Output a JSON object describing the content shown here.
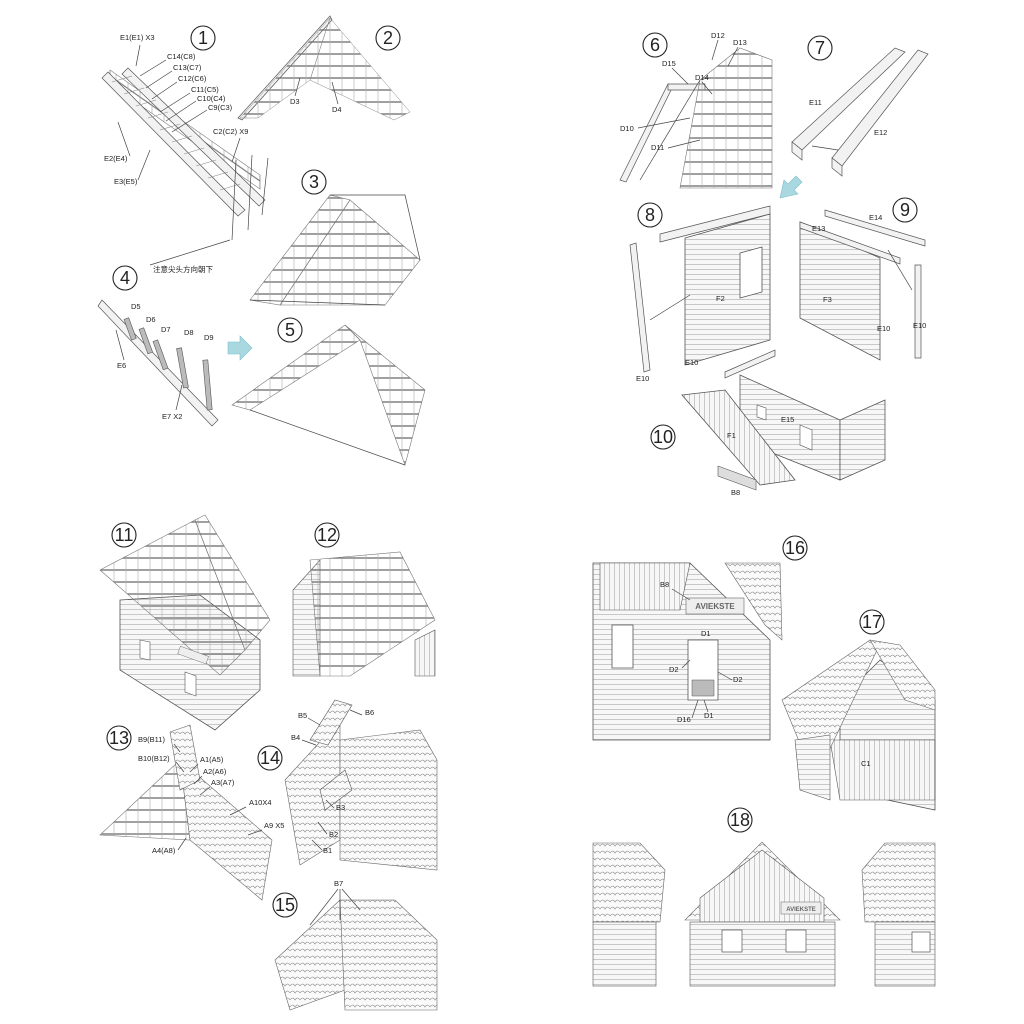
{
  "steps": [
    {
      "n": "1",
      "labels": [
        "E1(E1) X3",
        "C14(C8)",
        "C13(C7)",
        "C12(C6)",
        "C11(C5)",
        "C10(C4)",
        "C9(C3)",
        "C2(C2) X9",
        "E2(E4)",
        "E3(E5)"
      ],
      "note": "注意尖头方向朝下"
    },
    {
      "n": "2",
      "labels": [
        "D3",
        "D4"
      ]
    },
    {
      "n": "3",
      "labels": []
    },
    {
      "n": "4",
      "labels": [
        "D5",
        "D6",
        "D7",
        "D8",
        "D9",
        "E6",
        "E7 X2"
      ]
    },
    {
      "n": "5",
      "labels": []
    },
    {
      "n": "6",
      "labels": [
        "D12",
        "D13",
        "D15",
        "D14",
        "D10",
        "D11"
      ]
    },
    {
      "n": "7",
      "labels": [
        "E11",
        "E12"
      ]
    },
    {
      "n": "8",
      "labels": [
        "F2",
        "E10",
        "E10"
      ]
    },
    {
      "n": "9",
      "labels": [
        "E14",
        "E13",
        "F3",
        "E10",
        "E10"
      ]
    },
    {
      "n": "10",
      "labels": [
        "F1",
        "E15",
        "B8"
      ]
    },
    {
      "n": "11",
      "labels": []
    },
    {
      "n": "12",
      "labels": []
    },
    {
      "n": "13",
      "labels": [
        "B9(B11)",
        "B10(B12)",
        "A1(A5)",
        "A2(A6)",
        "A3(A7)",
        "A10X4",
        "A9 X5",
        "A4(A8)"
      ]
    },
    {
      "n": "14",
      "labels": [
        "B5",
        "B6",
        "B4",
        "B3",
        "B2",
        "B1"
      ]
    },
    {
      "n": "15",
      "labels": [
        "B7"
      ]
    },
    {
      "n": "16",
      "labels": [
        "B8",
        "D1",
        "D2",
        "D2",
        "D16",
        "D1"
      ]
    },
    {
      "n": "17",
      "labels": [
        "C1"
      ]
    },
    {
      "n": "18",
      "labels": []
    }
  ],
  "sign_text": "AVIEKSTE",
  "colors": {
    "accent_arrow": "#a9d8e0",
    "line": "#444444"
  }
}
